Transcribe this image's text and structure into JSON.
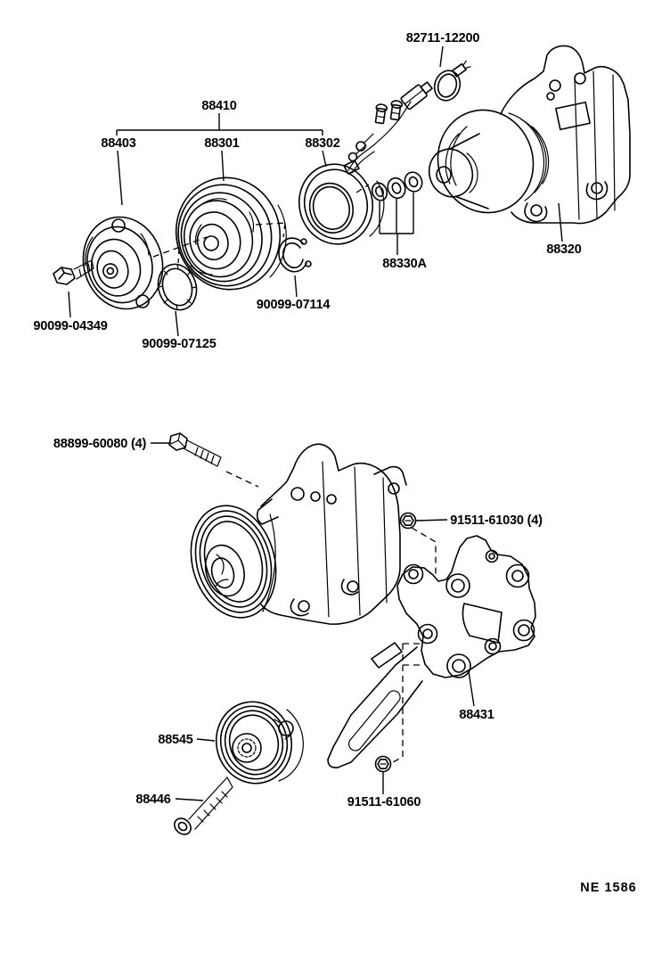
{
  "colors": {
    "ink": "#000000",
    "paper": "#ffffff"
  },
  "labels": [
    {
      "id": "clamp",
      "text": "82711-12200"
    },
    {
      "id": "clutch-assembly",
      "text": "88410"
    },
    {
      "id": "clutch-hub",
      "text": "88403"
    },
    {
      "id": "rotor-pulley",
      "text": "88301"
    },
    {
      "id": "stator-coil",
      "text": "88302"
    },
    {
      "id": "compressor",
      "text": "88320"
    },
    {
      "id": "washer-set",
      "text": "88330A"
    },
    {
      "id": "snap-ring",
      "text": "90099-07114"
    },
    {
      "id": "hub-bolt",
      "text": "90099-04349"
    },
    {
      "id": "shim",
      "text": "90099-07125"
    },
    {
      "id": "mount-bolt",
      "text": "88899-60080 (4)"
    },
    {
      "id": "bracket-bolt",
      "text": "91511-61030 (4)"
    },
    {
      "id": "bracket",
      "text": "88431"
    },
    {
      "id": "idler-pulley",
      "text": "88545"
    },
    {
      "id": "adjust-bolt",
      "text": "88446"
    },
    {
      "id": "pivot-bolt",
      "text": "91511-61060"
    }
  ],
  "footer": {
    "code": "NE 1586"
  }
}
